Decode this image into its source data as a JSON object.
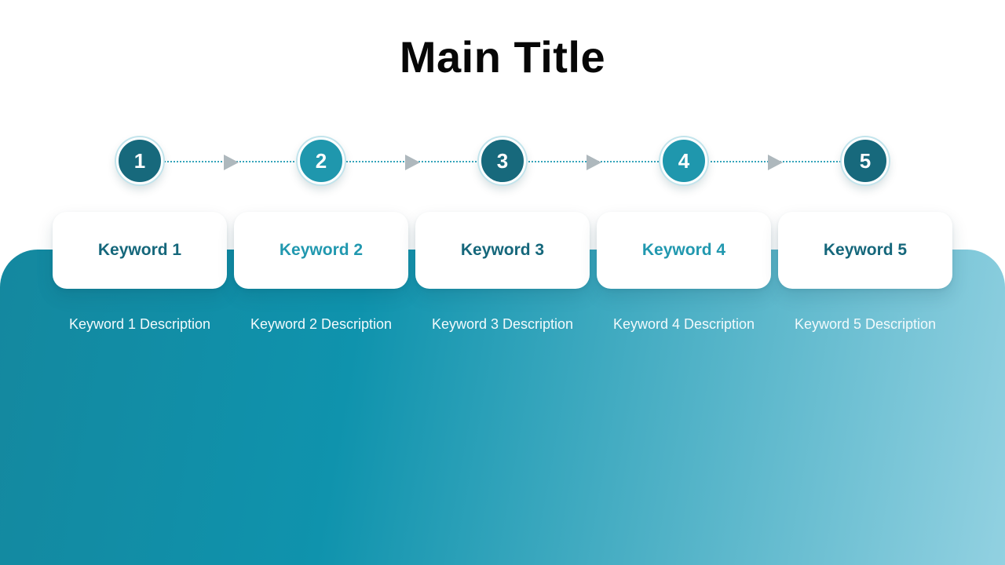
{
  "title": "Main Title",
  "colors": {
    "title_text": "#070707",
    "dark_teal": "#17697c",
    "light_teal": "#1f97ad",
    "keyword_dark_text": "#15677b",
    "keyword_light_text": "#2198af",
    "description_text": "#f2fafc",
    "bg_gradient_start": "#14889f",
    "bg_gradient_end": "#92d1e1",
    "dotted_line": "#35a4ba",
    "arrow_gray": "#aeb8bd",
    "circle_ring": "#c2e4ec",
    "card_background": "#ffffff"
  },
  "steps": [
    {
      "number": "1",
      "keyword": "Keyword 1",
      "description": "Keyword 1 Description",
      "variant": "dark"
    },
    {
      "number": "2",
      "keyword": "Keyword 2",
      "description": "Keyword 2 Description",
      "variant": "light"
    },
    {
      "number": "3",
      "keyword": "Keyword 3",
      "description": "Keyword 3 Description",
      "variant": "dark"
    },
    {
      "number": "4",
      "keyword": "Keyword 4",
      "description": "Keyword 4 Description",
      "variant": "light"
    },
    {
      "number": "5",
      "keyword": "Keyword 5",
      "description": "Keyword 5 Description",
      "variant": "dark"
    }
  ]
}
